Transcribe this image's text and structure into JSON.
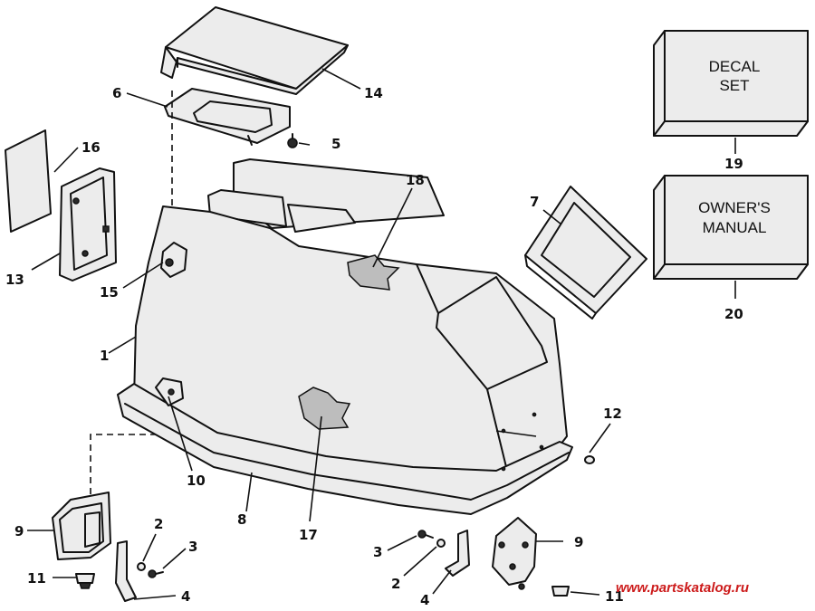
{
  "boxes": {
    "decal": {
      "line1": "DECAL",
      "line2": "SET"
    },
    "manual": {
      "line1": "OWNER'S",
      "line2": "MANUAL"
    }
  },
  "callouts": {
    "c1": "1",
    "c2a": "2",
    "c2b": "2",
    "c3a": "3",
    "c3b": "3",
    "c4a": "4",
    "c4b": "4",
    "c5": "5",
    "c6": "6",
    "c7": "7",
    "c8": "8",
    "c9a": "9",
    "c9b": "9",
    "c10": "10",
    "c11a": "11",
    "c11b": "11",
    "c12": "12",
    "c13": "13",
    "c14": "14",
    "c15": "15",
    "c16": "16",
    "c17": "17",
    "c18": "18",
    "c19": "19",
    "c20": "20"
  },
  "watermark": "www.partskatalog.ru"
}
